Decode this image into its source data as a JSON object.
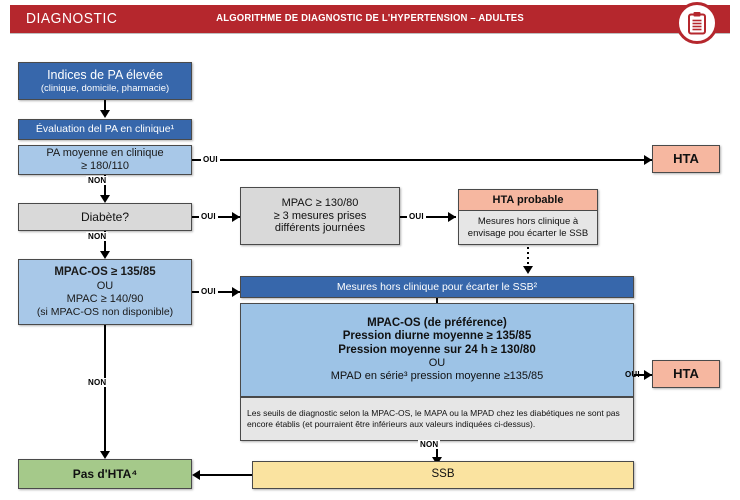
{
  "header": {
    "left_label": "DIAGNOSTIC",
    "title": "ALGORITHME DE DIAGNOSTIC DE L'HYPERTENSION – ADULTES",
    "badge_icon": "clipboard-icon",
    "bg_color": "#b5272d"
  },
  "nodes": {
    "indices": {
      "line1": "Indices de PA élevée",
      "line2": "(clinique, domicile, pharmacie)"
    },
    "evaluation": {
      "text": "Évaluation del PA en clinique¹"
    },
    "pa_moyenne": {
      "line1": "PA moyenne en clinique",
      "line2": "≥ 180/110"
    },
    "diabete": {
      "text": "Diabète?"
    },
    "mpac_os_left": {
      "line1": "MPAC-OS ≥ 135/85",
      "line2": "OU",
      "line3": "MPAC ≥ 140/90",
      "line4": "(si MPAC-OS non disponible)"
    },
    "mpac_mid": {
      "line1": "MPAC ≥ 130/80",
      "line2": "≥ 3 mesures prises",
      "line3": "différents journées"
    },
    "hta_probable": {
      "text": "HTA probable"
    },
    "hta_probable_note": {
      "line1": "Mesures hors clinique à",
      "line2": "envisage pou écarter le SSB"
    },
    "mesures_hors_clinique": {
      "text": "Mesures hors clinique pour écarter le SSB²"
    },
    "criteria": {
      "line1": "MPAC-OS (de préférence)",
      "line2": "Pression diurne moyenne ≥ 135/85",
      "line3": "Pression moyenne sur 24 h ≥ 130/80",
      "line4": "OU",
      "line5": "MPAD en série³ pression moyenne ≥135/85"
    },
    "footnote_box": {
      "text": "Les seuils de diagnostic selon la MPAC-OS, le MAPA ou la MPAD chez les diabétiques ne sont pas encore établis (et pourraient être inférieurs aux valeurs indiquées ci-dessus)."
    },
    "hta_top": {
      "text": "HTA"
    },
    "hta_right": {
      "text": "HTA"
    },
    "ssb": {
      "text": "SSB"
    },
    "pas_hta": {
      "text": "Pas d'HTA⁴"
    }
  },
  "edge_labels": {
    "oui_pa_moyenne": "OUI",
    "non_pa_moyenne": "NON",
    "oui_diabete": "OUI",
    "non_diabete": "NON",
    "oui_mpac_mid": "OUI",
    "oui_mpac_left": "OUI",
    "non_mpac_left": "NON",
    "oui_criteria": "OUI",
    "non_criteria": "NON"
  },
  "colors": {
    "banner": "#b5272d",
    "blue_dark": "#3767ab",
    "blue_mid": "#a8c8e8",
    "gray": "#d9d9d9",
    "salmon": "#f6b7a0",
    "green": "#a5c98a",
    "yellow": "#fae3a0"
  }
}
